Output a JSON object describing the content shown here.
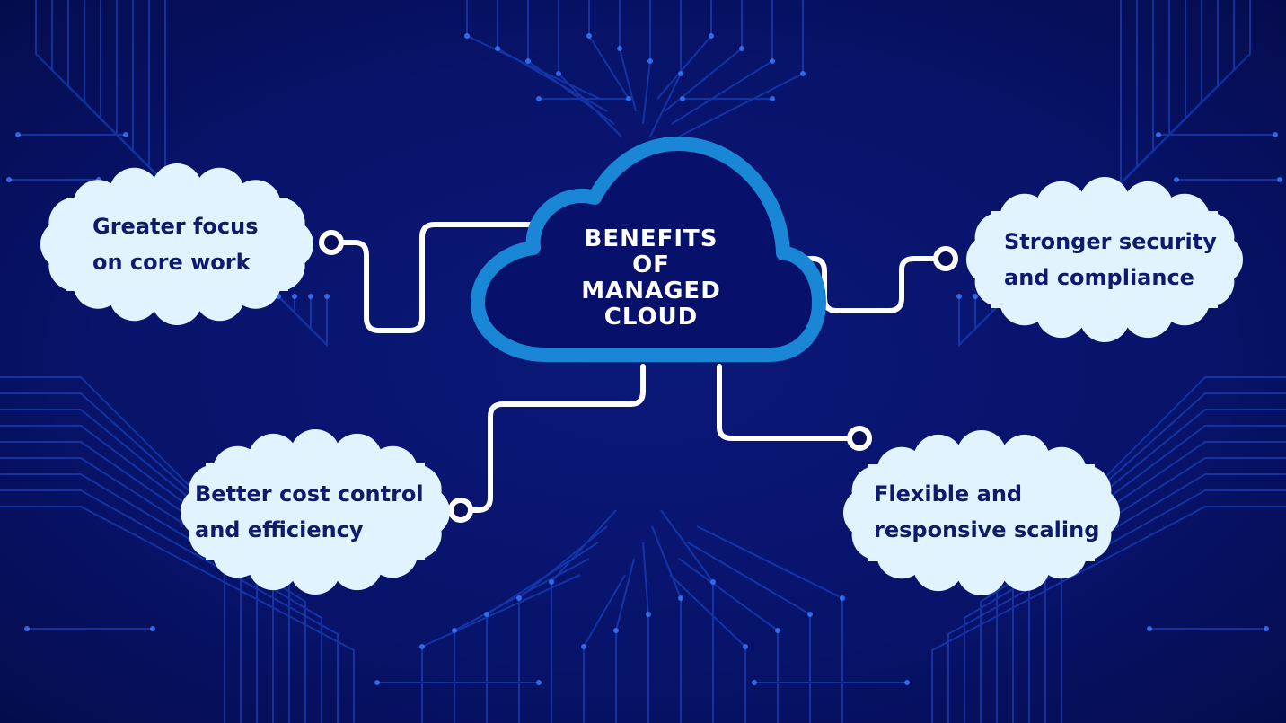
{
  "center": {
    "lines": [
      "BENEFITS",
      "OF",
      "MANAGED",
      "CLOUD"
    ]
  },
  "benefits": [
    {
      "id": "focus",
      "lines": [
        "Greater focus",
        "on core work"
      ]
    },
    {
      "id": "security",
      "lines": [
        "Stronger security",
        "and compliance"
      ]
    },
    {
      "id": "cost",
      "lines": [
        "Better cost control",
        "and efficiency"
      ]
    },
    {
      "id": "scaling",
      "lines": [
        "Flexible and",
        "responsive scaling"
      ]
    }
  ],
  "colors": {
    "background": "#070f5c",
    "circuit": "#1d4fd8",
    "cloud_outline": "#1a86d6",
    "puff_fill": "#e0f3ff",
    "label_text": "#0d1a6e",
    "connector": "#ffffff"
  }
}
